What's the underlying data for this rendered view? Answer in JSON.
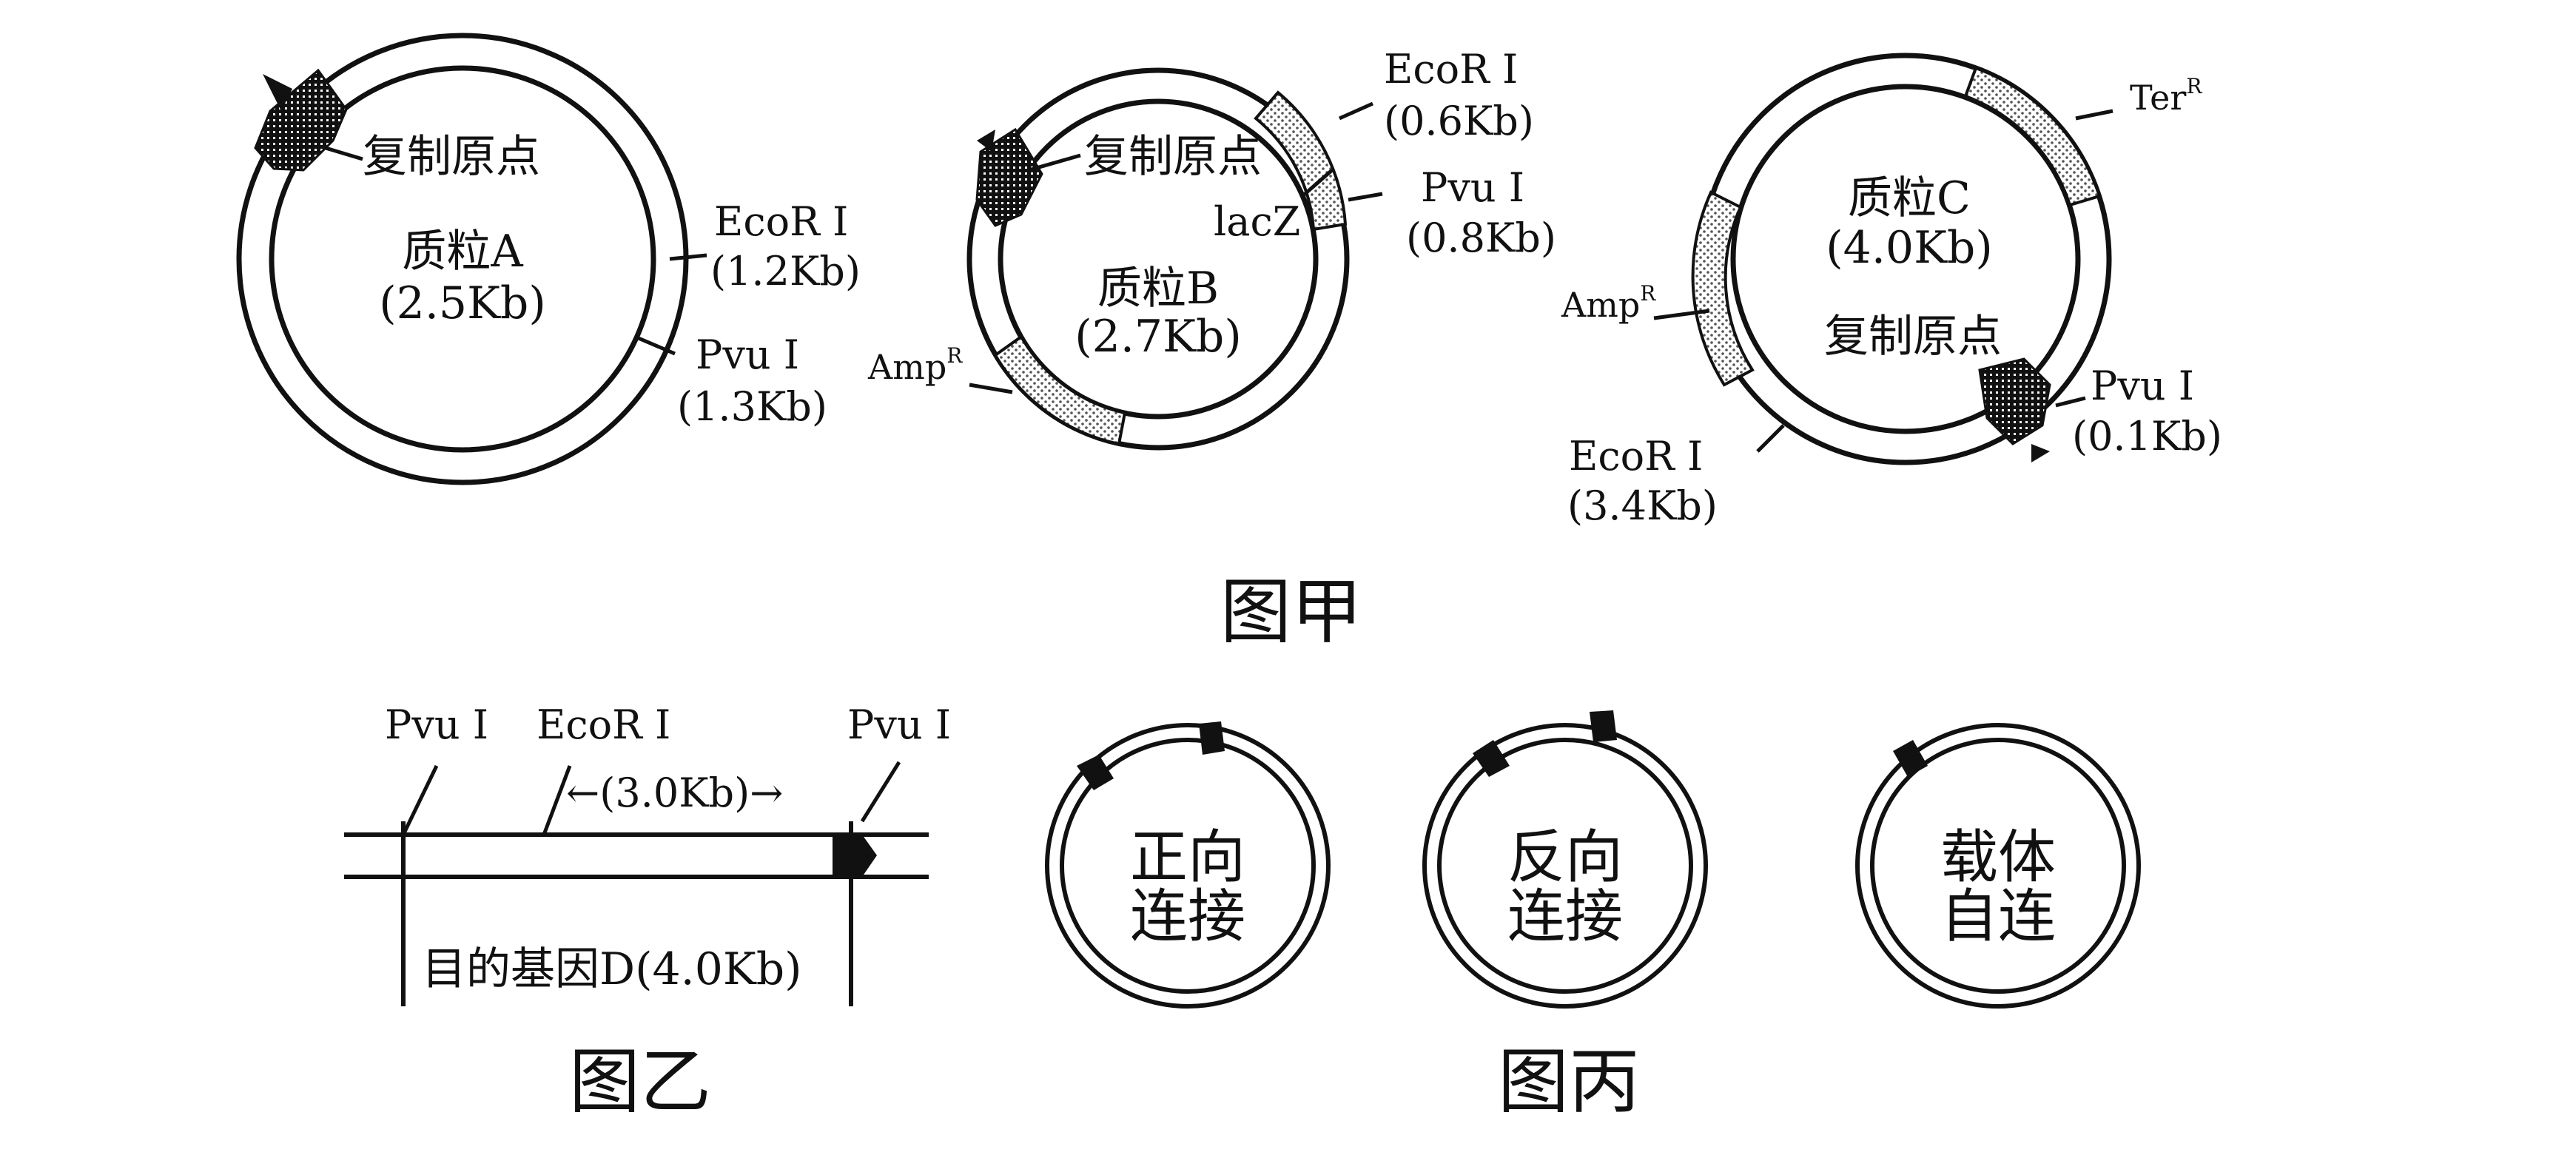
{
  "diagram": {
    "figure_jia": {
      "title": "图甲",
      "plasmid_a": {
        "name": "质粒A",
        "size": "(2.5Kb)",
        "ori": "复制原点",
        "ecori": "EcoR I",
        "ecori_pos": "(1.2Kb)",
        "pvui": "Pvu I",
        "pvui_pos": "(1.3Kb)"
      },
      "plasmid_b": {
        "name": "质粒B",
        "size": "(2.7Kb)",
        "ori": "复制原点",
        "ecori": "EcoR I",
        "ecori_pos": "(0.6Kb)",
        "pvui": "Pvu I",
        "pvui_pos": "(0.8Kb)",
        "lacz": "lacZ",
        "amp": "Amp",
        "amp_sup": "R"
      },
      "plasmid_c": {
        "name": "质粒C",
        "size": "(4.0Kb)",
        "ori": "复制原点",
        "ter": "Ter",
        "ter_sup": "R",
        "amp": "Amp",
        "amp_sup": "R",
        "pvui": "Pvu I",
        "pvui_pos": "(0.1Kb)",
        "ecori": "EcoR I",
        "ecori_pos": "(3.4Kb)"
      }
    },
    "figure_yi": {
      "title": "图乙",
      "pvui_left": "Pvu I",
      "ecori": "EcoR I",
      "pvui_right": "Pvu I",
      "distance": "←(3.0Kb)→",
      "gene": "目的基因D(4.0Kb)"
    },
    "figure_bing": {
      "title": "图丙",
      "forward_1": "正向",
      "forward_2": "连接",
      "reverse_1": "反向",
      "reverse_2": "连接",
      "self_1": "载体",
      "self_2": "自连"
    }
  }
}
